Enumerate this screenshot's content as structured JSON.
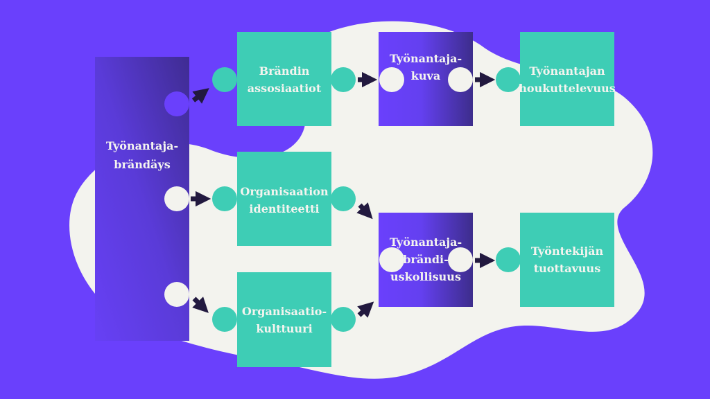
{
  "colors": {
    "background": "#6a40fc",
    "teal": "#3ecdb5",
    "cream": "#f3f3ee",
    "arrow": "#22193f"
  },
  "nodes": {
    "employer_branding": [
      "Työnantaja-",
      "brändäys"
    ],
    "brand_associations": [
      "Brändin",
      "assosiaatiot"
    ],
    "employer_image": [
      "Työnantaja-",
      "kuva"
    ],
    "employer_attractiveness": [
      "Työnantajan",
      "houkuttelevuus"
    ],
    "org_identity": [
      "Organisaation",
      "identiteetti"
    ],
    "org_culture": [
      "Organisaatio-",
      "kulttuuri"
    ],
    "brand_loyalty": [
      "Työnantaja-",
      "brändi-",
      "uskollisuus"
    ],
    "employee_productivity": [
      "Työntekijän",
      "tuottavuus"
    ]
  }
}
